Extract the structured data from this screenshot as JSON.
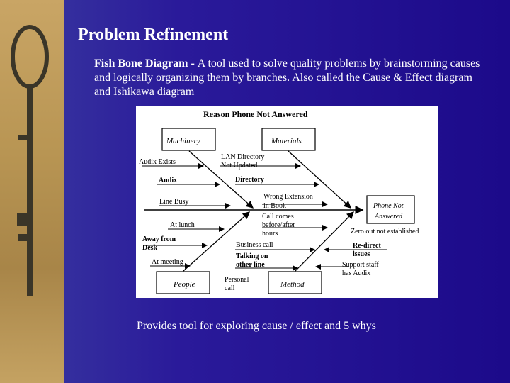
{
  "slide": {
    "title": "Problem Refinement",
    "description_bold": "Fish Bone Diagram - ",
    "description_rest": "A tool used to solve quality problems by brainstorming causes and logically organizing them by branches. Also called the Cause & Effect diagram and Ishikawa diagram",
    "footer": "Provides tool for exploring cause / effect and 5 whys"
  },
  "diagram": {
    "title": "Reason Phone Not Answered",
    "categories": {
      "machinery": "Machinery",
      "materials": "Materials",
      "people": "People",
      "method": "Method"
    },
    "effect": [
      "Phone Not",
      "Answered"
    ],
    "causes": {
      "audix_exists": "Audix Exists",
      "audix": "Audix",
      "lan_directory": [
        "LAN Directory",
        "Not Updated"
      ],
      "directory": "Directory",
      "line_busy": "Line Busy",
      "at_lunch": "At lunch",
      "away_from_desk": [
        "Away from",
        "Desk"
      ],
      "at_meeting": "At meeting",
      "wrong_extension": [
        "Wrong Extension",
        "in Book"
      ],
      "call_comes": [
        "Call comes",
        "before/after",
        "hours"
      ],
      "business_call": "Business call",
      "talking_on_other_line": [
        "Talking on",
        "other line"
      ],
      "personal_call": [
        "Personal",
        "call"
      ],
      "zero_out": "Zero out not established",
      "redirect_issues": [
        "Re-direct",
        "issues"
      ],
      "support_staff": [
        "Support staff",
        "has Audix"
      ]
    }
  }
}
